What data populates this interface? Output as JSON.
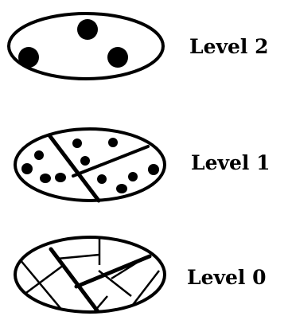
{
  "levels": [
    {
      "label": "Level 2"
    },
    {
      "label": "Level 1"
    },
    {
      "label": "Level 0"
    }
  ],
  "colors": {
    "stroke": "#000000",
    "fill": "#ffffff"
  }
}
